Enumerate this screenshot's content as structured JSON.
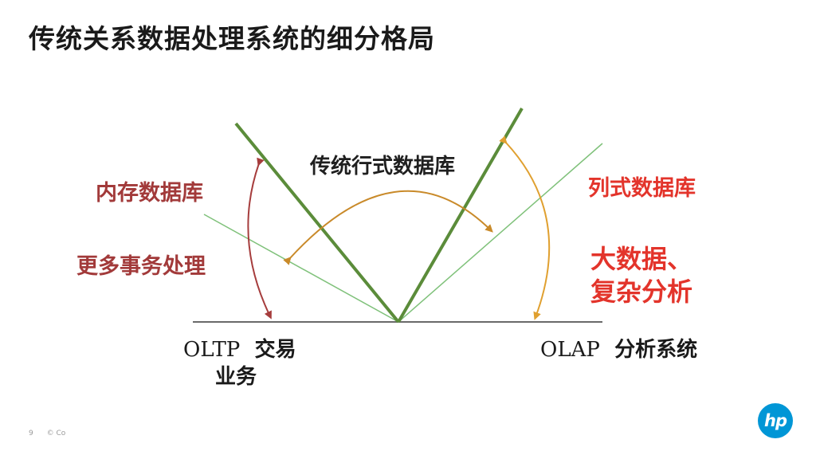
{
  "title": "传统关系数据处理系统的细分格局",
  "labels": {
    "traditional_row_db": "传统行式数据库",
    "in_memory_db": "内存数据库",
    "more_transactions": "更多事务处理",
    "columnar_db": "列式数据库",
    "big_data_line1": "大数据、",
    "big_data_line2": "复杂分析",
    "oltp_code": "OLTP",
    "oltp_cn_line1": "交易",
    "oltp_cn_line2": "业务",
    "olap_code": "OLAP",
    "olap_cn": "分析系统"
  },
  "footer": {
    "page_number": "9",
    "copyright": "© Co"
  },
  "logo": {
    "text": "hp",
    "color": "#0096d6"
  },
  "colors": {
    "thick_line": "#5b8c3a",
    "thin_line": "#7fc17a",
    "arrow_red": "#a63d3d",
    "arrow_orange": "#e0a030",
    "arrow_brown": "#c98a2a",
    "label_red_dark": "#a23a3a",
    "label_red_bright": "#e3342b"
  }
}
